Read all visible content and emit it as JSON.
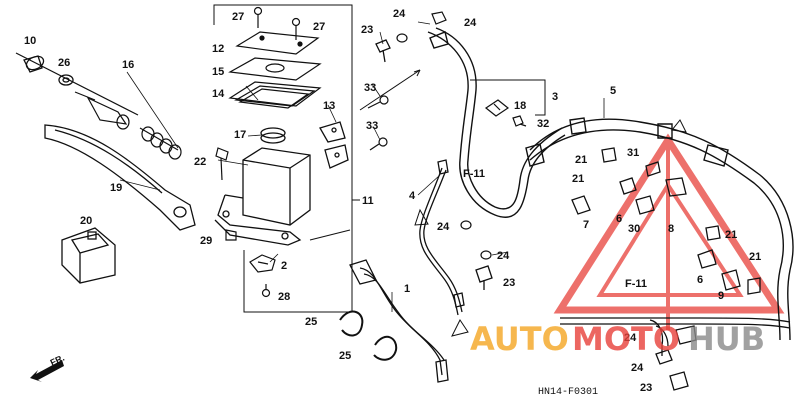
{
  "diagram": {
    "callouts": {
      "c1": "1",
      "c2": "2",
      "c3": "3",
      "c4": "4",
      "c5": "5",
      "c6a": "6",
      "c6b": "6",
      "c7": "7",
      "c8": "8",
      "c9": "9",
      "c10": "10",
      "c11": "11",
      "c12": "12",
      "c13": "13",
      "c14": "14",
      "c15": "15",
      "c16": "16",
      "c17": "17",
      "c18": "18",
      "c19": "19",
      "c20": "20",
      "c21a": "21",
      "c21b": "21",
      "c21c": "21",
      "c21d": "21",
      "c22": "22",
      "c23a": "23",
      "c23b": "23",
      "c23c": "23",
      "c24a": "24",
      "c24b": "24",
      "c24c": "24",
      "c24d": "24",
      "c24e": "24",
      "c24f": "24",
      "c25a": "25",
      "c25b": "25",
      "c26": "26",
      "c27a": "27",
      "c27b": "27",
      "c28": "28",
      "c29": "29",
      "c30": "30",
      "c31": "31",
      "c32": "32",
      "c33a": "33",
      "c33b": "33"
    },
    "refs": {
      "f11_top": "F-11",
      "f11_bottom": "F-11"
    },
    "direction_label": "FR.",
    "diagram_code": "HN14-F0301"
  },
  "watermark": {
    "part1": "AUTO",
    "part2": "MOTO",
    "part3": "HUB"
  },
  "colors": {
    "line": "#111111",
    "wm_orange": "#f5a623",
    "wm_red": "#e8413a",
    "wm_gray": "#8a8a8a"
  }
}
